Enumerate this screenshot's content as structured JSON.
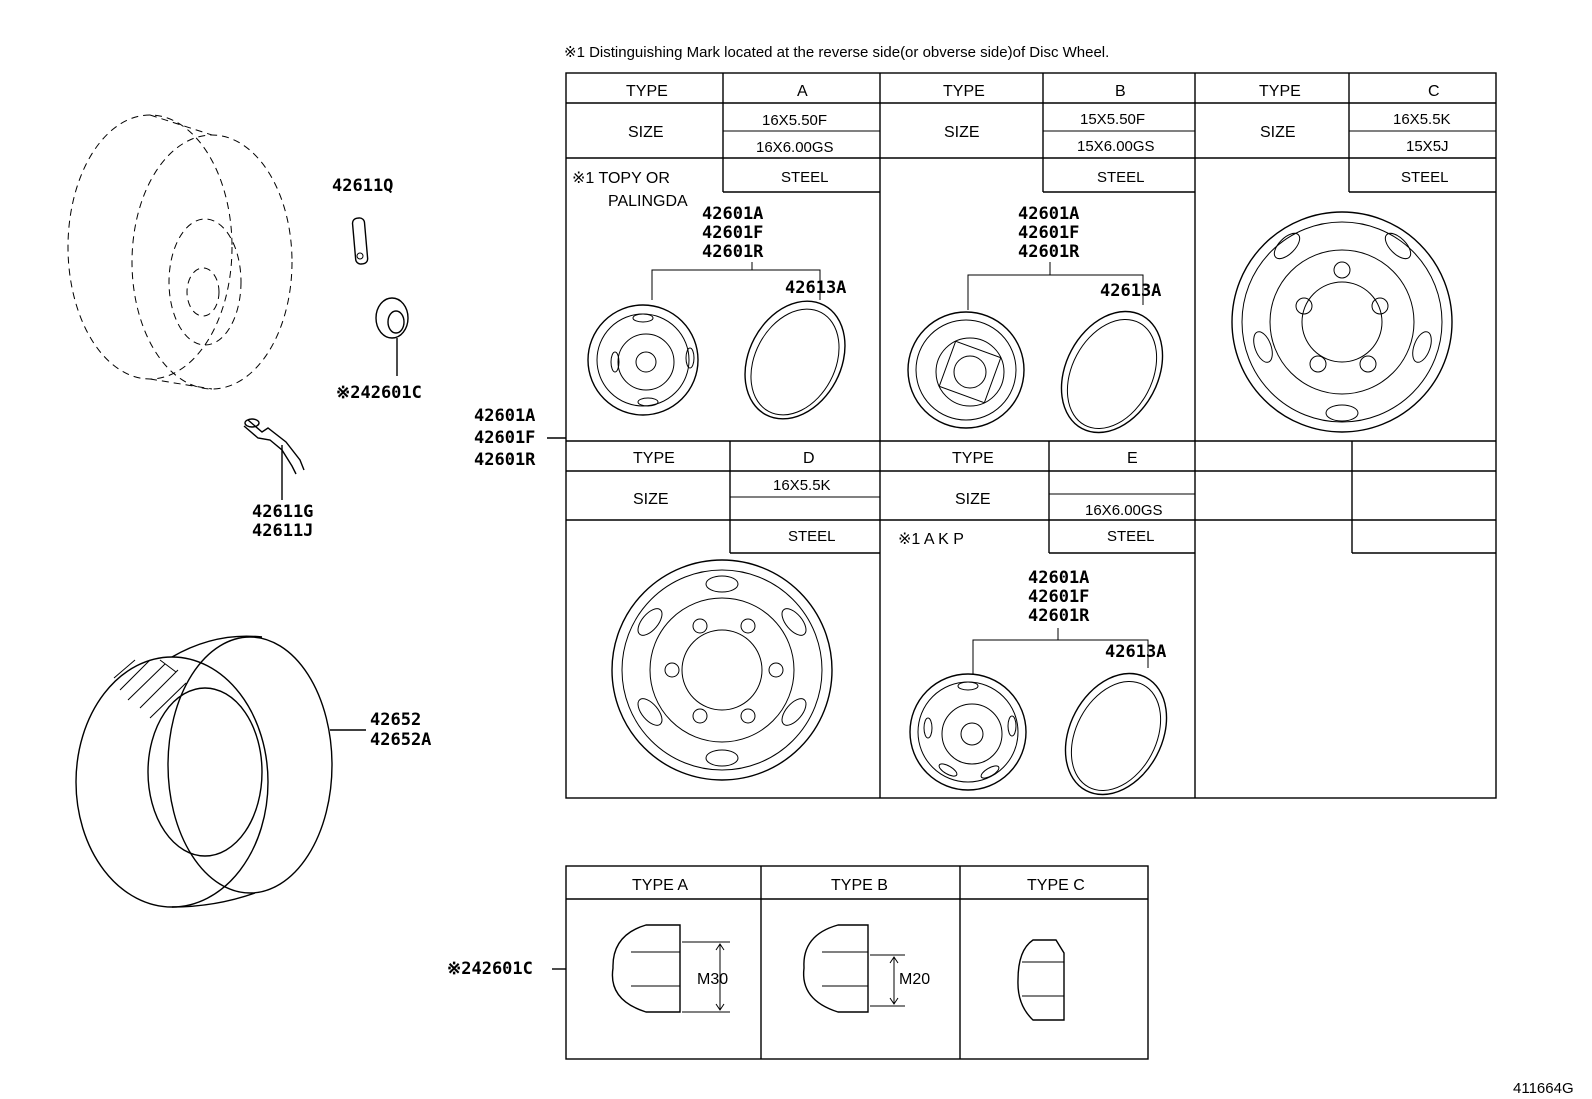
{
  "note": "※1 Distinguishing Mark located at the reverse side(or obverse side)of Disc Wheel.",
  "drawing_id": "411664G",
  "parts": {
    "valve_cap": "42611Q",
    "nut_marked": "※242601C",
    "valve_1": "42611G",
    "valve_2": "42611J",
    "tire_1": "42652",
    "tire_2": "42652A",
    "wheel_1": "42601A",
    "wheel_2": "42601F",
    "wheel_3": "42601R",
    "nut_ref": "※242601C"
  },
  "wheel_table": {
    "type_label": "TYPE",
    "size_label": "SIZE",
    "a": {
      "type": "A",
      "size1": "16X5.50F",
      "size2": "16X6.00GS",
      "material": "STEEL",
      "mark1": "※1 TOPY OR",
      "mark2": "PALINGDA",
      "pn1": "42601A",
      "pn2": "42601F",
      "pn3": "42601R",
      "ring": "42613A"
    },
    "b": {
      "type": "B",
      "size1": "15X5.50F",
      "size2": "15X6.00GS",
      "material": "STEEL",
      "pn1": "42601A",
      "pn2": "42601F",
      "pn3": "42601R",
      "ring": "42613A"
    },
    "c": {
      "type": "C",
      "size1": "16X5.5K",
      "size2": "15X5J",
      "material": "STEEL"
    },
    "d": {
      "type": "D",
      "size1": "16X5.5K",
      "material": "STEEL"
    },
    "e": {
      "type": "E",
      "size2": "16X6.00GS",
      "material": "STEEL",
      "mark": "※1 A K P",
      "pn1": "42601A",
      "pn2": "42601F",
      "pn3": "42601R",
      "ring": "42613A"
    }
  },
  "nut_table": {
    "type_a": "TYPE A",
    "type_b": "TYPE B",
    "type_c": "TYPE C",
    "dim_a": "M30",
    "dim_b": "M20"
  }
}
